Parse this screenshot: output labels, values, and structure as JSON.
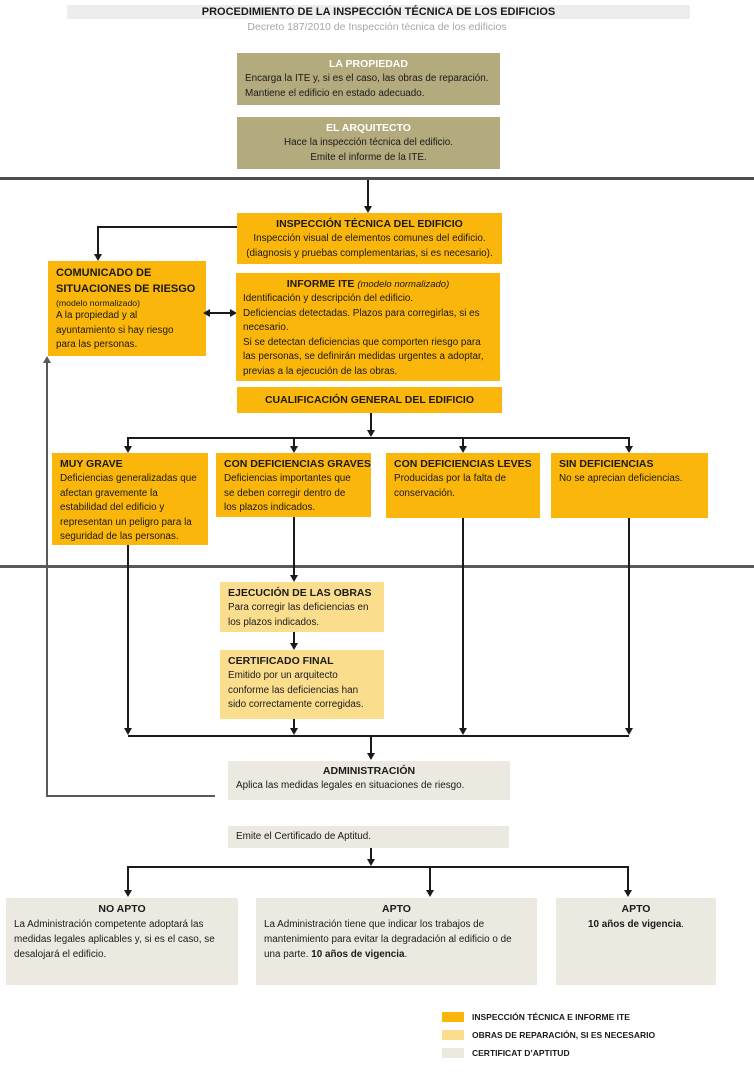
{
  "header": {
    "title": "PROCEDIMIENTO DE LA INSPECCIÓN TÉCNICA DE LOS EDIFICIOS",
    "subtitle": "Decreto 187/2010 de Inspección técnica de los edificios"
  },
  "propiedad": {
    "title": "LA PROPIEDAD",
    "body": "Encarga la ITE y, si es el caso, las obras de reparación.\nMantiene el edificio en estado adecuado."
  },
  "arquitecto": {
    "title": "EL ARQUITECTO",
    "body": "Hace la inspección técnica del edificio.\nEmite el informe de la ITE."
  },
  "inspeccion": {
    "title": "INSPECCIÓN TÉCNICA DEL EDIFICIO",
    "body": "Inspección visual de elementos comunes del edificio.\n(diagnosis y pruebas complementarias, si es necesario)."
  },
  "comunicado": {
    "title": "COMUNICADO DE\nSITUACIONES DE RIESGO",
    "note": "(modelo normalizado)",
    "body": "A la propiedad y al\nayuntamiento si hay riesgo\npara las personas."
  },
  "informe": {
    "title": "INFORME ITE",
    "note": "(modelo normalizado)",
    "body": "Identificación y descripción del edificio.\nDeficiencias detectadas. Plazos para corregirlas, si  es\nnecesario.\nSi se detectan deficiencias que comporten riesgo para\nlas personas, se definirán medidas urgentes a adoptar,\nprevias a la ejecución de las obras."
  },
  "cualificacion": {
    "title": "CUALIFICACIÓN GENERAL DEL EDIFICIO"
  },
  "categorias": {
    "muy_grave": {
      "title": "MUY GRAVE",
      "body": "Deficiencias generalizadas que\nafectan gravemente la\nestabilidad del edificio y\nrepresentan un peligro para la\nseguridad de las personas."
    },
    "graves": {
      "title": "CON DEFICIENCIAS GRAVES",
      "body": "Deficiencias importantes que\nse deben corregir dentro de\nlos  plazos indicados."
    },
    "leves": {
      "title": "CON DEFICIENCIAS LEVES",
      "body": "Producidas por la falta de\nconservación."
    },
    "sin": {
      "title": "SIN DEFICIENCIAS",
      "body": "No se aprecian deficiencias."
    }
  },
  "ejecucion": {
    "title": "EJECUCIÓN DE LAS OBRAS",
    "body": "Para corregir las deficiencias en\nlos plazos indicados."
  },
  "certificado": {
    "title": "CERTIFICADO FINAL",
    "body": "Emitido por un arquitecto\nconforme las deficiencias han\nsido correctamente corregidas."
  },
  "administracion": {
    "title": "ADMINISTRACIÓN",
    "body": "Aplica las medidas legales en situaciones de riesgo."
  },
  "emite": {
    "body": "Emite el Certificado de Aptitud."
  },
  "resultados": {
    "no_apto": {
      "title": "NO APTO",
      "body": "La Administración competente adoptará  las\nmedidas legales aplicables y, si es el caso, se\ndesalojará el edificio."
    },
    "apto_medio": {
      "title": "APTO",
      "body_pre": "La Administración tiene que indicar los trabajos de\nmantenimiento para evitar la degradación al edificio o de\nuna parte. ",
      "body_bold": "10 años de vigencia",
      "body_post": "."
    },
    "apto_derecha": {
      "title": "APTO",
      "body_bold": "10 años de vigencia",
      "body_post": "."
    }
  },
  "legend": {
    "items": [
      {
        "color": "#FAB60A",
        "label": "INSPECCIÓN TÉCNICA E INFORME ITE"
      },
      {
        "color": "#FBDD8E",
        "label": "OBRAS DE REPARACIÓN, SI ES NECESARIO"
      },
      {
        "color": "#EBE9E0",
        "label": "CERTIFICAT D’APTITUD"
      }
    ]
  },
  "colors": {
    "orange": "#FAB60A",
    "light_yellow": "#FBDD8E",
    "beige": "#EBE9E0",
    "khaki": "#B3AA7D",
    "header_bar": "#EDEDED",
    "divider_gray": "#595959",
    "line_black": "#1A1A1A"
  }
}
